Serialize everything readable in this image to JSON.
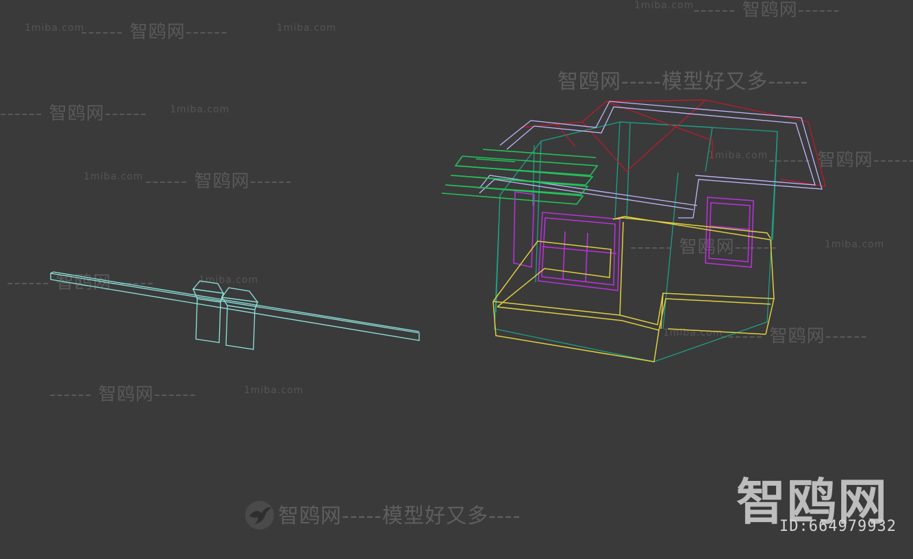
{
  "viewport": {
    "background": "#3a3a3a",
    "objects": [
      "fence-wall-wireframe",
      "house-wireframe"
    ]
  },
  "watermarks": {
    "site": "1miba.com",
    "short": "智鸥网",
    "slogan": "智鸥网-----模型好又多----",
    "slogan_top": "智鸥网-----模型好又多-----",
    "dash_pre": "------",
    "dash_post": "------"
  },
  "brand": {
    "logo": "智鸥网",
    "id": "ID:664979932",
    "icon": "gull-icon"
  },
  "colors": {
    "fence": "#8fe6e0",
    "roof_outline": "#c2b8ff",
    "roof_ridge": "#c0192d",
    "walls": "#1f9f86",
    "pergola": "#22c45a",
    "windows": "#c030e0",
    "deck": "#e0d040"
  }
}
